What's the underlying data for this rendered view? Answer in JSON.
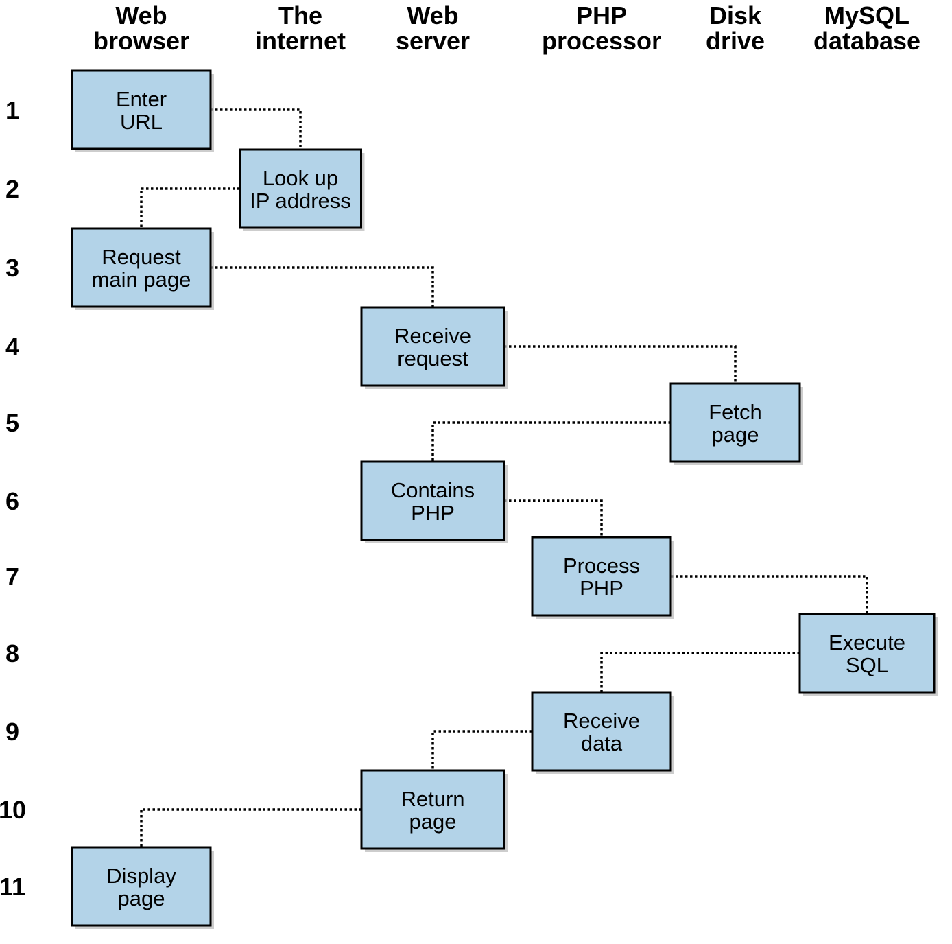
{
  "columns": [
    {
      "id": "browser",
      "lines": [
        "Web",
        "browser"
      ]
    },
    {
      "id": "internet",
      "lines": [
        "The",
        "internet"
      ]
    },
    {
      "id": "server",
      "lines": [
        "Web",
        "server"
      ]
    },
    {
      "id": "php",
      "lines": [
        "PHP",
        "processor"
      ]
    },
    {
      "id": "disk",
      "lines": [
        "Disk",
        "drive"
      ]
    },
    {
      "id": "mysql",
      "lines": [
        "MySQL",
        "database"
      ]
    }
  ],
  "rows": [
    "1",
    "2",
    "3",
    "4",
    "5",
    "6",
    "7",
    "8",
    "9",
    "10",
    "11"
  ],
  "steps": [
    {
      "row": 1,
      "column": "browser",
      "lines": [
        "Enter",
        "URL"
      ]
    },
    {
      "row": 2,
      "column": "internet",
      "lines": [
        "Look up",
        "IP address"
      ]
    },
    {
      "row": 3,
      "column": "browser",
      "lines": [
        "Request",
        "main page"
      ]
    },
    {
      "row": 4,
      "column": "server",
      "lines": [
        "Receive",
        "request"
      ]
    },
    {
      "row": 5,
      "column": "disk",
      "lines": [
        "Fetch",
        "page"
      ]
    },
    {
      "row": 6,
      "column": "server",
      "lines": [
        "Contains",
        "PHP"
      ]
    },
    {
      "row": 7,
      "column": "php",
      "lines": [
        "Process",
        "PHP"
      ]
    },
    {
      "row": 8,
      "column": "mysql",
      "lines": [
        "Execute",
        "SQL"
      ]
    },
    {
      "row": 9,
      "column": "php",
      "lines": [
        "Receive",
        "data"
      ]
    },
    {
      "row": 10,
      "column": "server",
      "lines": [
        "Return",
        "page"
      ]
    },
    {
      "row": 11,
      "column": "browser",
      "lines": [
        "Display",
        "page"
      ]
    }
  ],
  "colors": {
    "box_fill": "#b3d3e8",
    "box_stroke": "#000000",
    "shadow": "#b8b8b8"
  }
}
